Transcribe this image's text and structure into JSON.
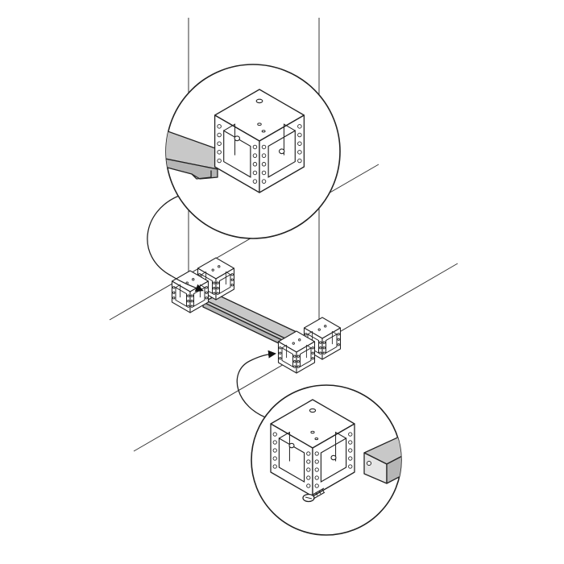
{
  "colors": {
    "background": "#ffffff",
    "line": "#222222",
    "board_fill": "#c8c8c8",
    "board_fill_dark": "#b5b5b5",
    "cube_fill": "#ffffff"
  },
  "parts": {
    "top_detail": "magnified-connector-cube-with-board-slot",
    "bottom_detail": "magnified-connector-cube-with-screw",
    "main_assembly": "two-connector-cubes-joined-by-board"
  },
  "icons": [
    "connector-cube",
    "screw-icon",
    "curved-arrow-icon",
    "board-shelf"
  ]
}
